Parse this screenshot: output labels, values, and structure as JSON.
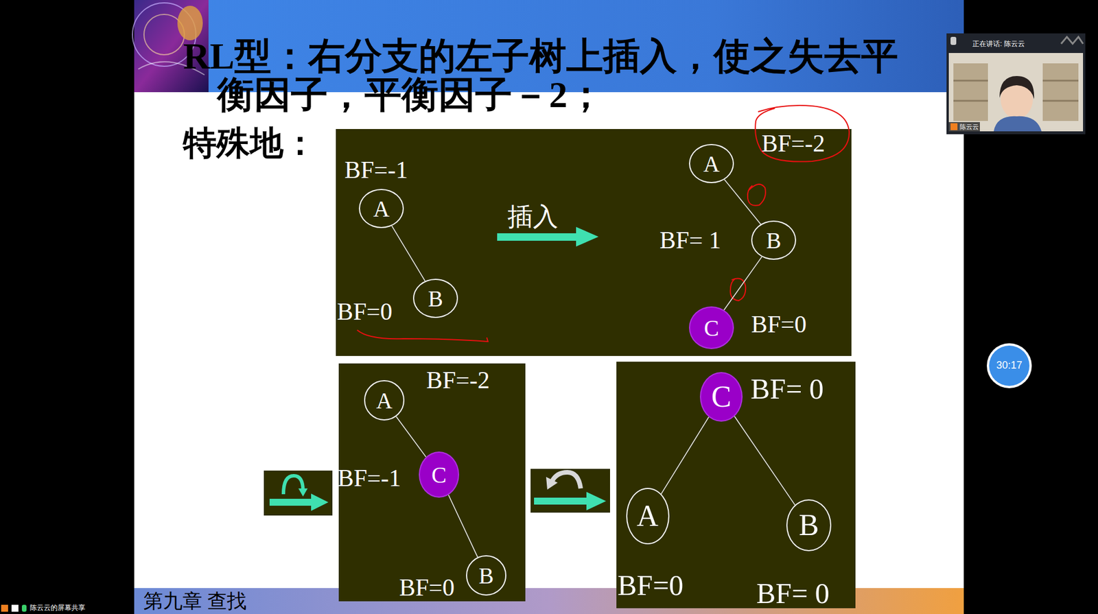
{
  "diagram": {
    "title": "RL型：右分支的左子树上插入，使之失去平衡因子，平衡因子－2；",
    "nodes": [
      {
        "text": [
          "A"
        ]
      },
      {
        "text": [
          "B"
        ]
      },
      {
        "text": [
          "A"
        ]
      },
      {
        "text": [
          "B"
        ]
      },
      {
        "text": [
          "C"
        ]
      },
      {
        "text": [
          "A"
        ]
      },
      {
        "text": [
          "C"
        ]
      },
      {
        "text": [
          "B"
        ]
      },
      {
        "text": [
          "C"
        ]
      },
      {
        "text": [
          "A"
        ]
      },
      {
        "text": [
          "B"
        ]
      }
    ],
    "edges": [
      {
        "from": 0,
        "to": 1,
        "arrow": "none"
      },
      {
        "from": 2,
        "to": 3,
        "arrow": "none"
      },
      {
        "from": 3,
        "to": 4,
        "arrow": "none"
      },
      {
        "from": 5,
        "to": 6,
        "arrow": "none"
      },
      {
        "from": 6,
        "to": 7,
        "arrow": "none"
      },
      {
        "from": 8,
        "to": 9,
        "arrow": "none"
      },
      {
        "from": 8,
        "to": 10,
        "arrow": "none"
      }
    ],
    "labels": [
      "特殊地：",
      "BF=-1",
      "BF=0",
      "插入",
      "BF=-2",
      "BF= 1",
      "BF=0",
      "BF=-2",
      "BF=-1",
      "BF=0",
      "BF= 0",
      "BF=0",
      "BF= 0",
      "第九章 查找",
      "正在讲话: 陈云云",
      "陈云云",
      "30:17",
      "陈云云的屏幕共享"
    ]
  }
}
